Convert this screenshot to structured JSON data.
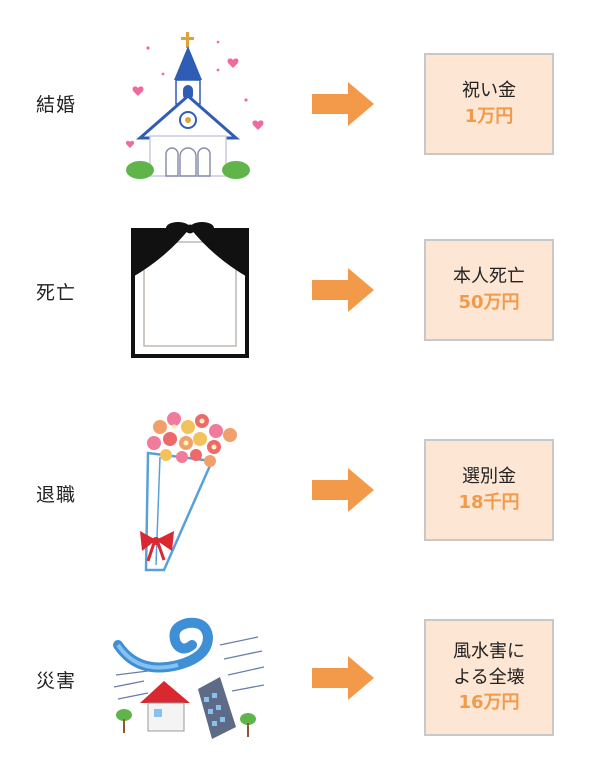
{
  "rows": [
    {
      "label": "結婚",
      "title_lines": [
        "祝い金"
      ],
      "amount": "1万円",
      "icon": "church-icon"
    },
    {
      "label": "死亡",
      "title_lines": [
        "本人死亡"
      ],
      "amount": "50万円",
      "icon": "mourning-frame-icon"
    },
    {
      "label": "退職",
      "title_lines": [
        "選別金"
      ],
      "amount": "18千円",
      "icon": "bouquet-icon"
    },
    {
      "label": "災害",
      "title_lines": [
        "風水害に",
        "よる全壊"
      ],
      "amount": "16万円",
      "icon": "storm-icon"
    }
  ],
  "colors": {
    "arrow": "#f39a4a",
    "box_fill": "#fde6d3",
    "amount": "#f39a4a",
    "box_border": "#c8c8c8"
  }
}
